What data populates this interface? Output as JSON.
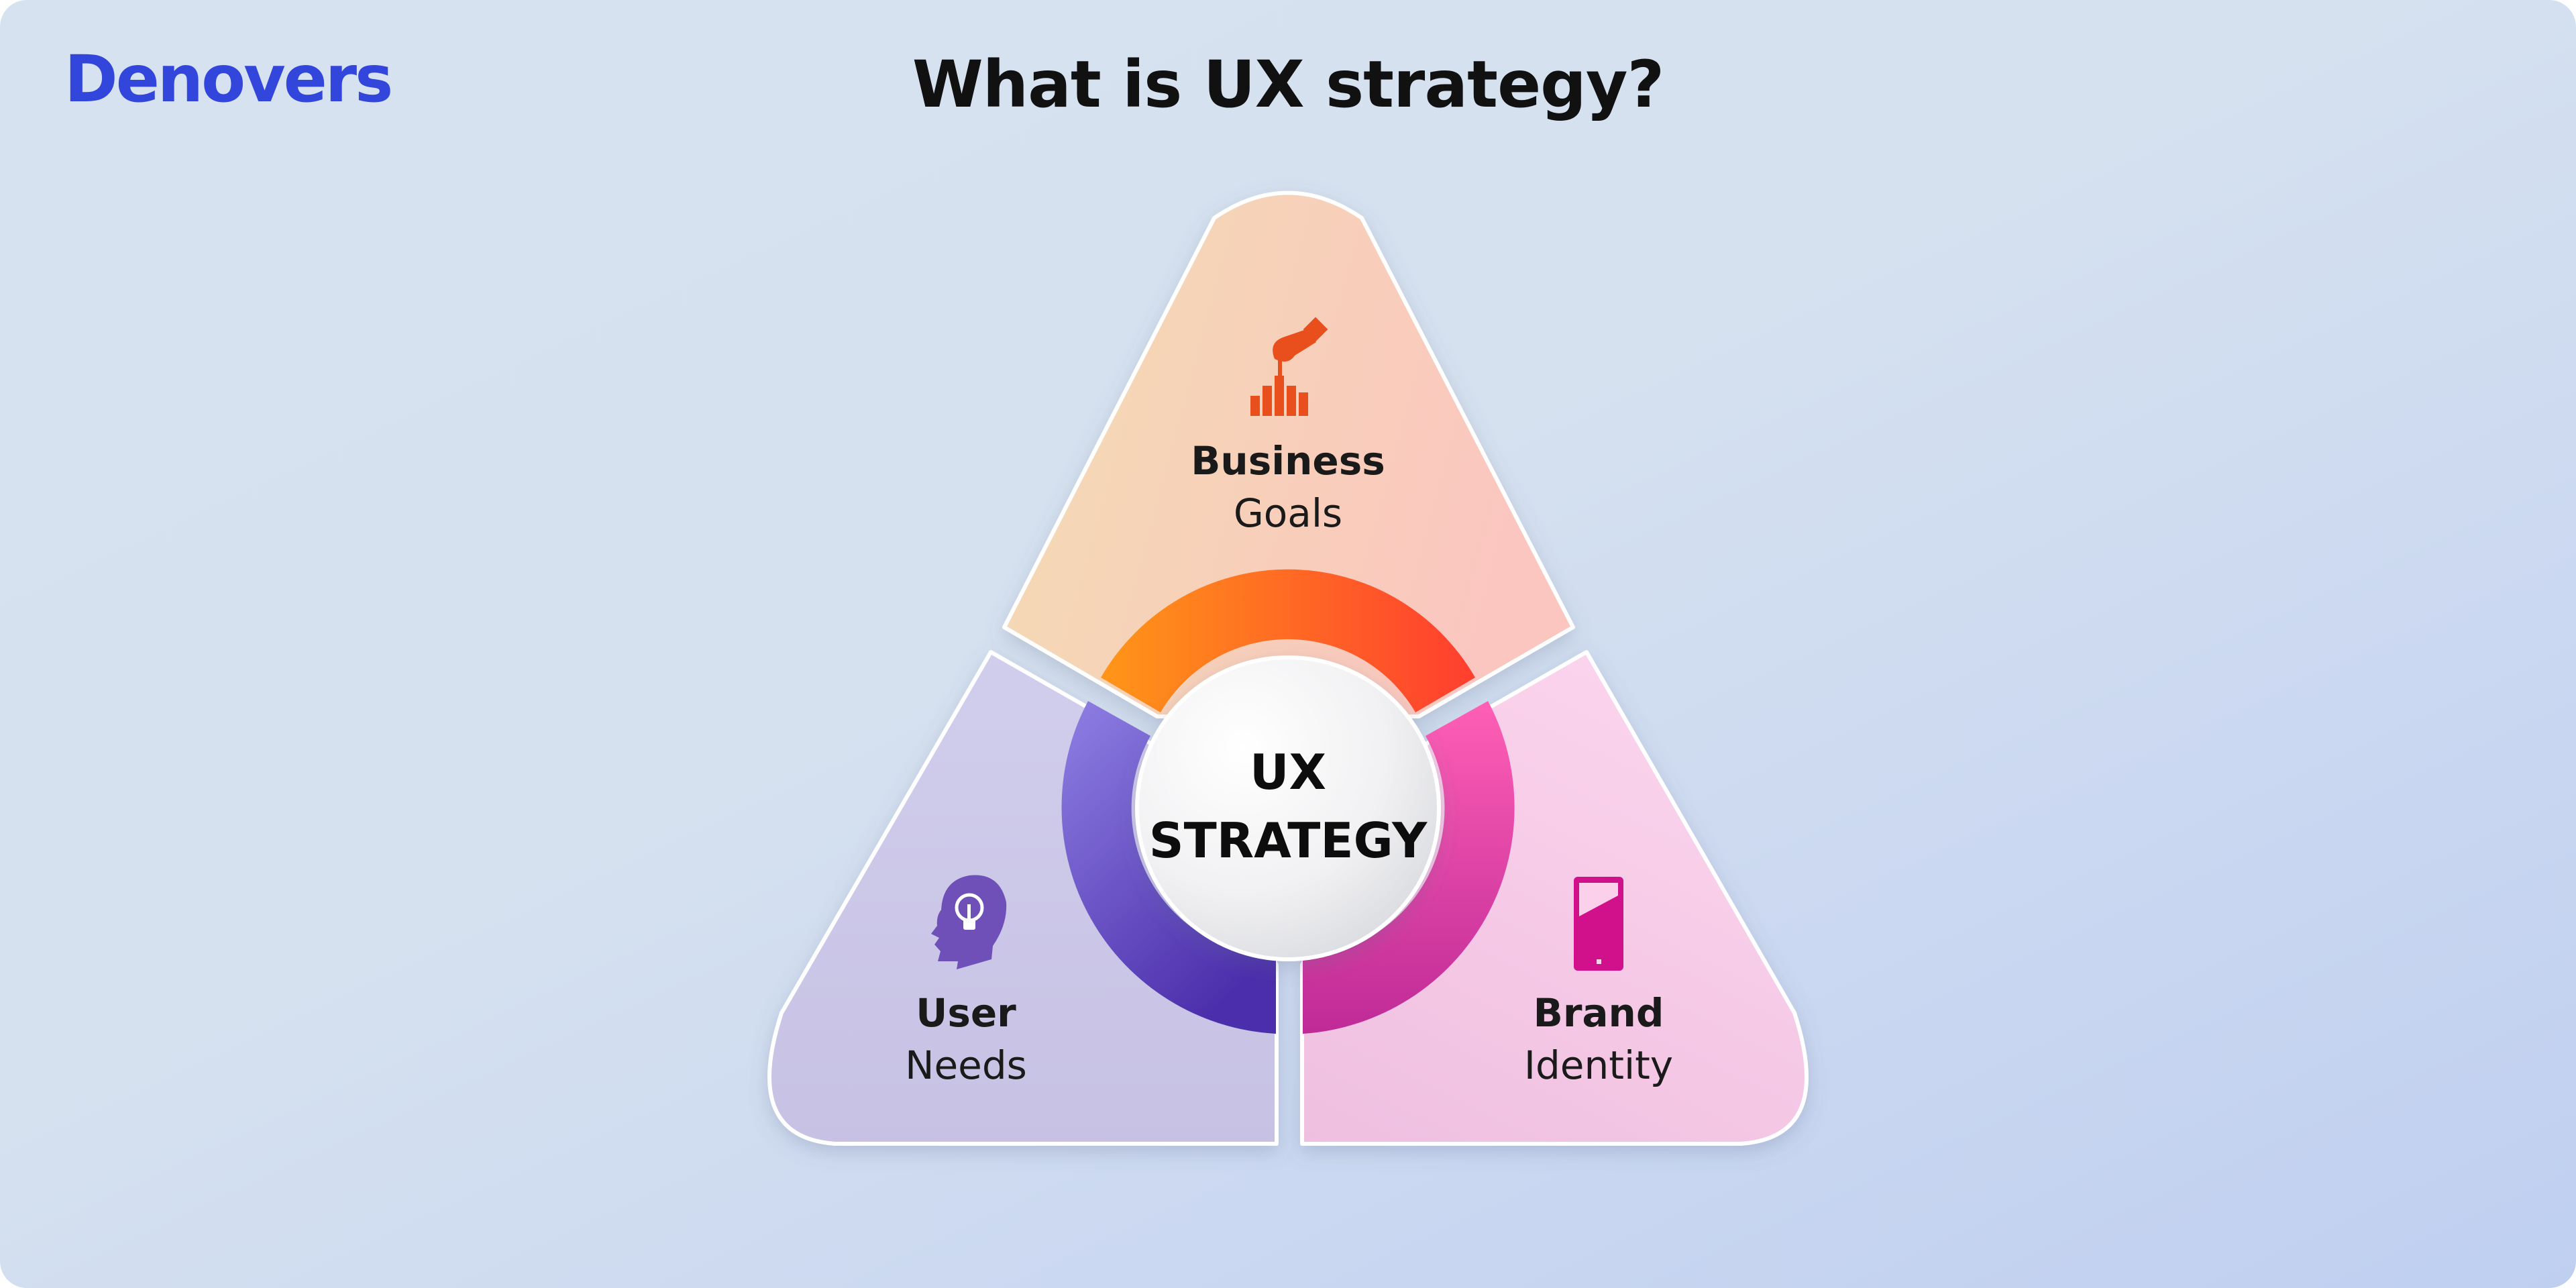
{
  "brand": {
    "logo_text": "Denovers",
    "logo_color": "#3346dc"
  },
  "page": {
    "title": "What is UX strategy?"
  },
  "diagram": {
    "center": {
      "line1": "UX",
      "line2": "STRATEGY"
    },
    "segments": [
      {
        "id": "business-goals",
        "bold": "Business",
        "regular": "Goals",
        "icon": "hand-bar-chart-icon",
        "accent": "#e84f1c"
      },
      {
        "id": "user-needs",
        "bold": "User",
        "regular": "Needs",
        "icon": "head-lightbulb-icon",
        "accent": "#6f4fb8"
      },
      {
        "id": "brand-identity",
        "bold": "Brand",
        "regular": "Identity",
        "icon": "smartphone-icon",
        "accent": "#d1108c"
      }
    ]
  }
}
